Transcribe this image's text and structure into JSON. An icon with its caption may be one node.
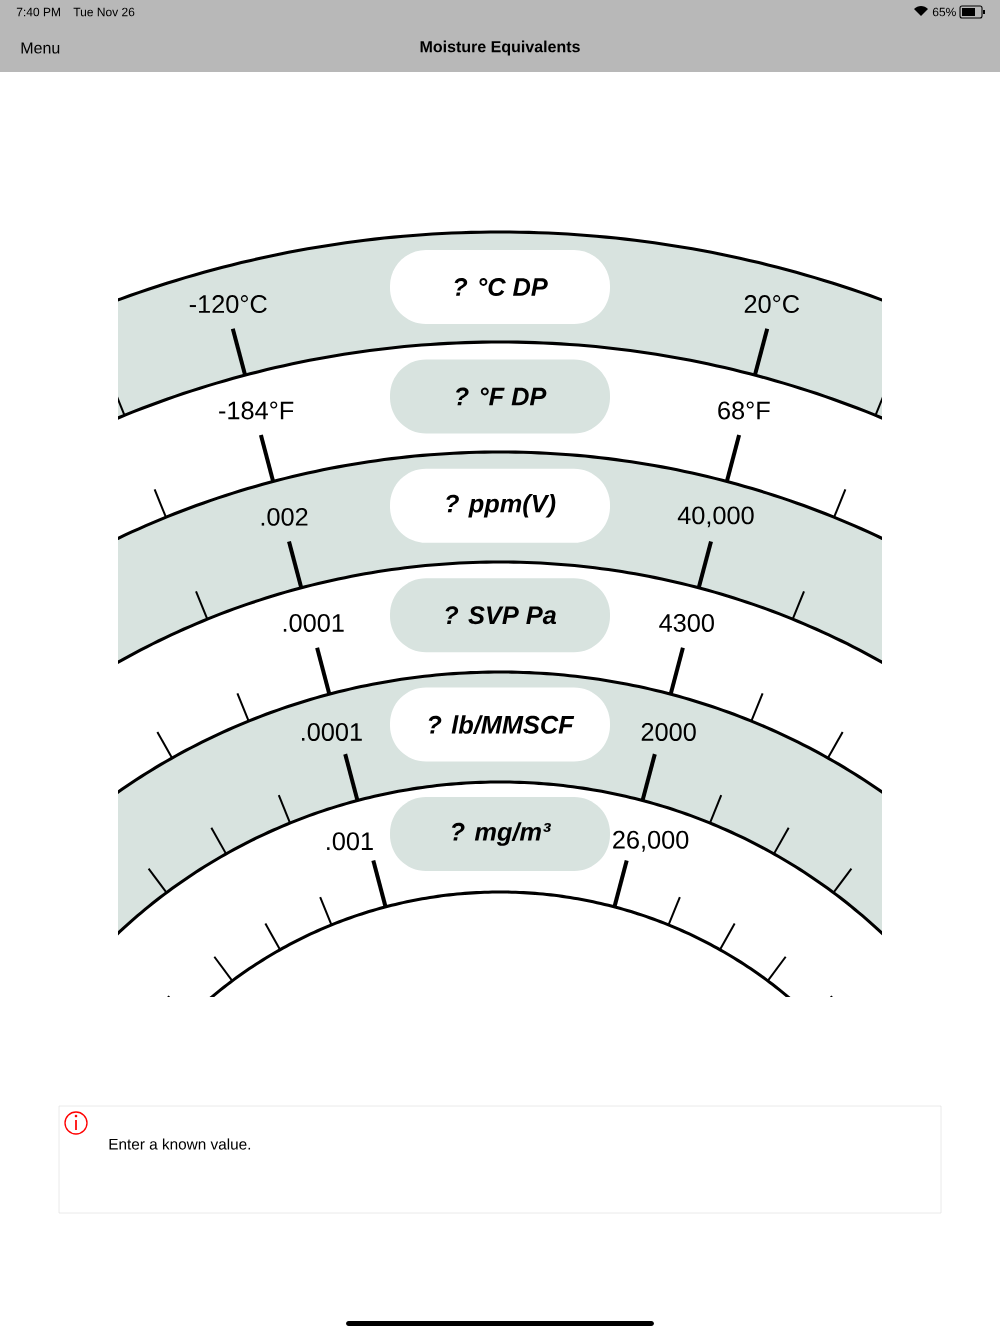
{
  "diagram": {
    "title": "Moisture Equivalents",
    "nodes": [
      {
        "text": [
          "? °C DP"
        ]
      },
      {
        "text": [
          "? °F DP"
        ]
      },
      {
        "text": [
          "? ppm(V)"
        ]
      },
      {
        "text": [
          "? SVP Pa"
        ]
      },
      {
        "text": [
          "? lb/MMSCF"
        ]
      },
      {
        "text": [
          "? mg/m³"
        ]
      }
    ],
    "labels": [
      "7:40 PM",
      "Tue Nov 26",
      "65%",
      "Menu",
      "-120°C",
      "20°C",
      "-184°F",
      "68°F",
      ".002",
      "40,000",
      ".0001",
      "4300",
      ".0001",
      "2000",
      ".001",
      "26,000",
      "Enter a known value."
    ]
  }
}
